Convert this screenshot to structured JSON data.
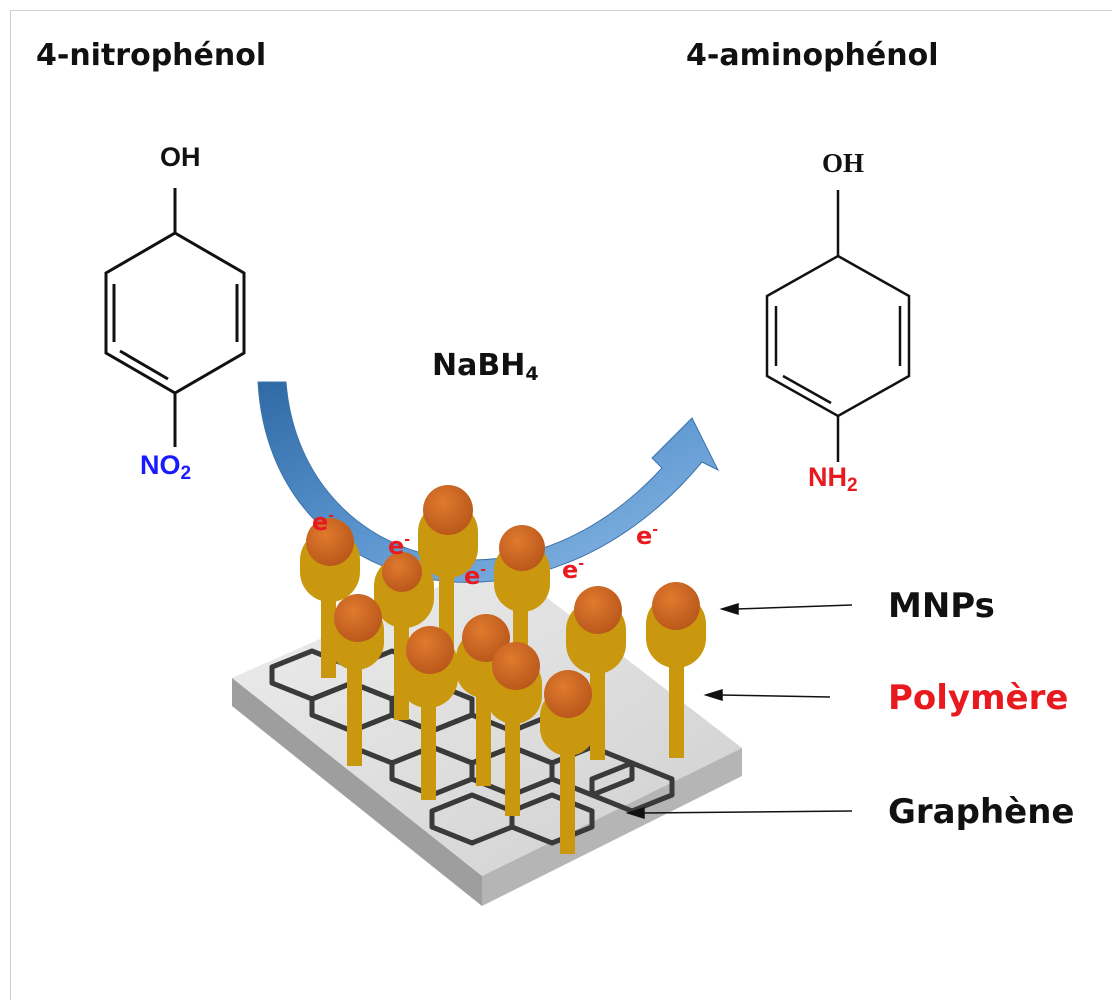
{
  "reactant": {
    "name": "4-nitrophénol",
    "top_group": "OH",
    "bottom_group": "NO",
    "bottom_sub": "2"
  },
  "product": {
    "name": "4-aminophénol",
    "top_group": "OH",
    "bottom_group": "NH",
    "bottom_sub": "2"
  },
  "reagent": {
    "text": "NaBH",
    "sub": "4"
  },
  "electron": {
    "symbol": "e",
    "charge": "-"
  },
  "legend": {
    "mnps": "MNPs",
    "polymer": "Polymère",
    "graphene": "Graphène"
  },
  "colors": {
    "nitro": "#1a1aff",
    "amino": "#e8191f",
    "polymer_label": "#e8191f",
    "arrow": "#4a86c0",
    "stalk": "#c9980f",
    "particle": "#c8621c",
    "sheet": "#d2d2d2"
  }
}
